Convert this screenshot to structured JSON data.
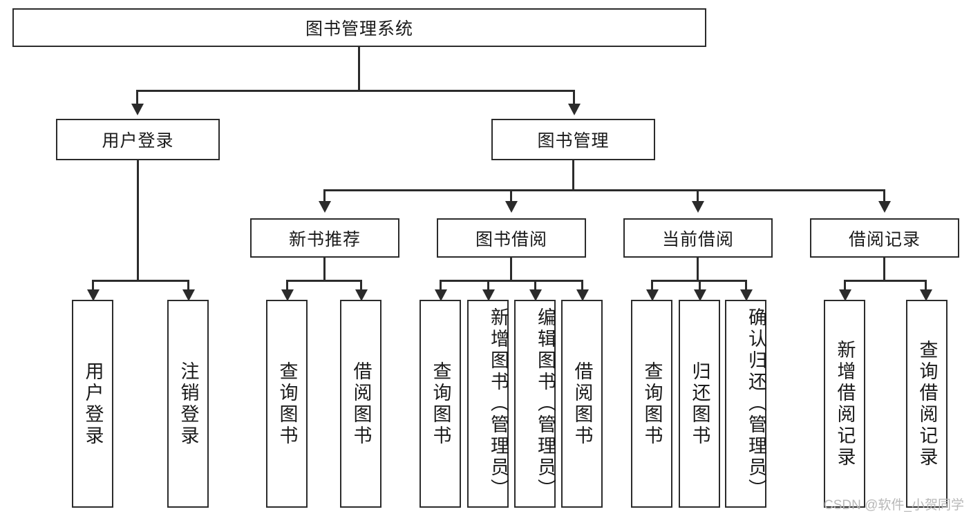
{
  "diagram": {
    "type": "tree-hierarchy",
    "root": {
      "label": "图书管理系统"
    },
    "level2": [
      {
        "label": "用户登录"
      },
      {
        "label": "图书管理"
      }
    ],
    "level3": [
      {
        "label": "新书推荐"
      },
      {
        "label": "图书借阅"
      },
      {
        "label": "当前借阅"
      },
      {
        "label": "借阅记录"
      }
    ],
    "leaves": {
      "user_login": [
        {
          "label": "用户登录"
        },
        {
          "label": "注销登录"
        }
      ],
      "new_book_recommend": [
        {
          "label": "查询图书"
        },
        {
          "label": "借阅图书"
        }
      ],
      "book_borrow": [
        {
          "label": "查询图书"
        },
        {
          "label": "新增图书（管理员）"
        },
        {
          "label": "编辑图书（管理员）"
        },
        {
          "label": "借阅图书"
        }
      ],
      "current_borrow": [
        {
          "label": "查询图书"
        },
        {
          "label": "归还图书"
        },
        {
          "label": "确认归还（管理员）"
        }
      ],
      "borrow_record": [
        {
          "label": "新增借阅记录"
        },
        {
          "label": "查询借阅记录"
        }
      ]
    }
  },
  "watermark": {
    "text": "CSDN @软件_小贺同学"
  },
  "colors": {
    "stroke": "#2b2b2b",
    "background": "#ffffff",
    "text": "#1a1a1a",
    "watermark": "#b8b8b8"
  }
}
